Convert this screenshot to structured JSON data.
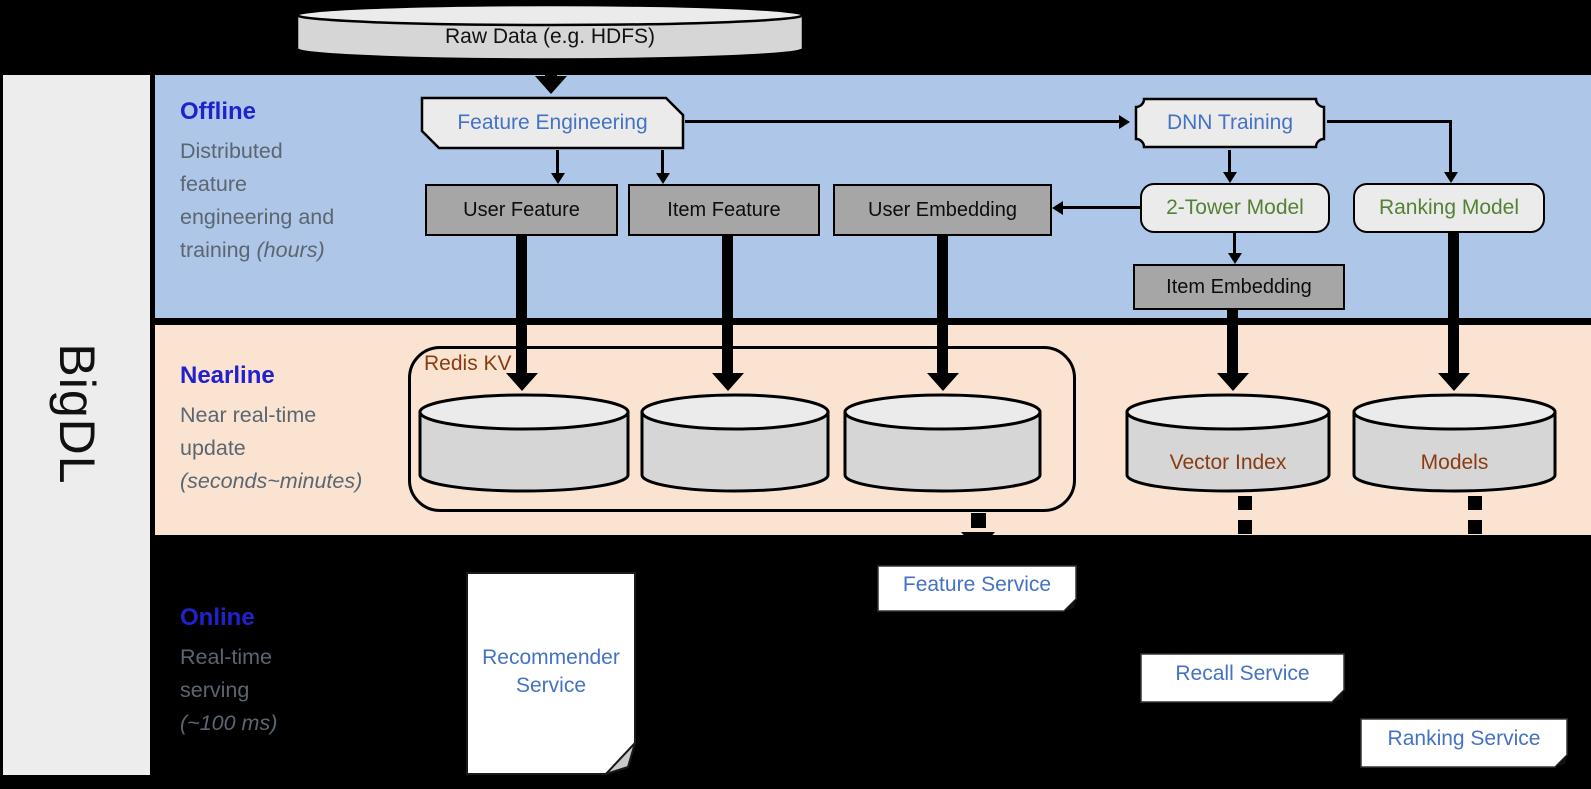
{
  "brand": "BigDL",
  "sections": {
    "offline": {
      "title": "Offline",
      "lines": [
        "Distributed",
        "feature",
        "engineering and"
      ],
      "last": "training",
      "italic": "(hours)"
    },
    "nearline": {
      "title": "Nearline",
      "lines": [
        "Near real-time",
        "update"
      ],
      "last": "",
      "italic": "(seconds~minutes)"
    },
    "online": {
      "title": "Online",
      "lines": [
        "Real-time",
        "serving"
      ],
      "last": "",
      "italic": "(~100 ms)"
    }
  },
  "nodes": {
    "raw_data": "Raw Data (e.g. HDFS)",
    "feature_engineering": "Feature Engineering",
    "dnn_training": "DNN Training",
    "user_feature": "User Feature",
    "item_feature": "Item Feature",
    "user_embedding": "User Embedding",
    "two_tower_model": "2-Tower Model",
    "ranking_model": "Ranking Model",
    "item_embedding": "Item Embedding",
    "redis_kv": "Redis KV",
    "vector_index": "Vector Index",
    "models": "Models",
    "recommender_service": "Recommender Service",
    "feature_service": "Feature Service",
    "recall_service": "Recall Service",
    "ranking_service": "Ranking Service"
  },
  "colors": {
    "offline_bg": "#aec6e8",
    "nearline_bg": "#fae3d1",
    "online_bg": "#000000",
    "sidebar_bg": "#ededed",
    "section_title": "#2222cd",
    "section_desc": "#5b6670",
    "accent_blue": "#4472c4",
    "model_green": "#548235",
    "store_brown": "#8a3c10",
    "node_gray": "#a6a6a6",
    "node_light": "#ebebeb"
  }
}
